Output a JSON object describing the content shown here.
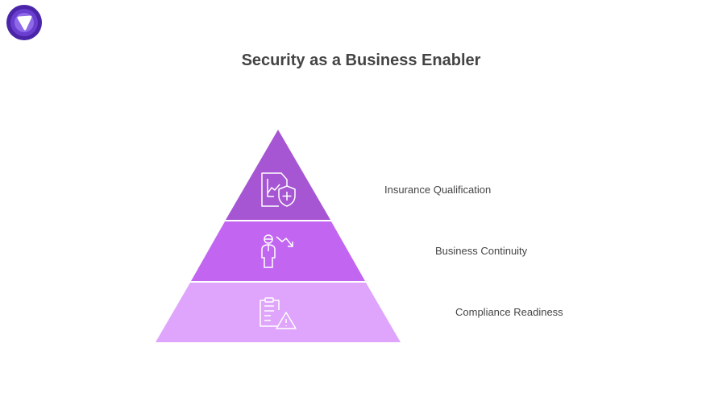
{
  "title": "Security as a Business Enabler",
  "logo": {
    "icon": "shield-logo-icon"
  },
  "tiers": [
    {
      "label": "Insurance Qualification",
      "icon": "document-chart-shield-icon",
      "color": "#a656d3"
    },
    {
      "label": "Business Continuity",
      "icon": "person-trend-down-icon",
      "color": "#c266f2"
    },
    {
      "label": "Compliance Readiness",
      "icon": "clipboard-warning-icon",
      "color": "#dfa4fb"
    }
  ]
}
